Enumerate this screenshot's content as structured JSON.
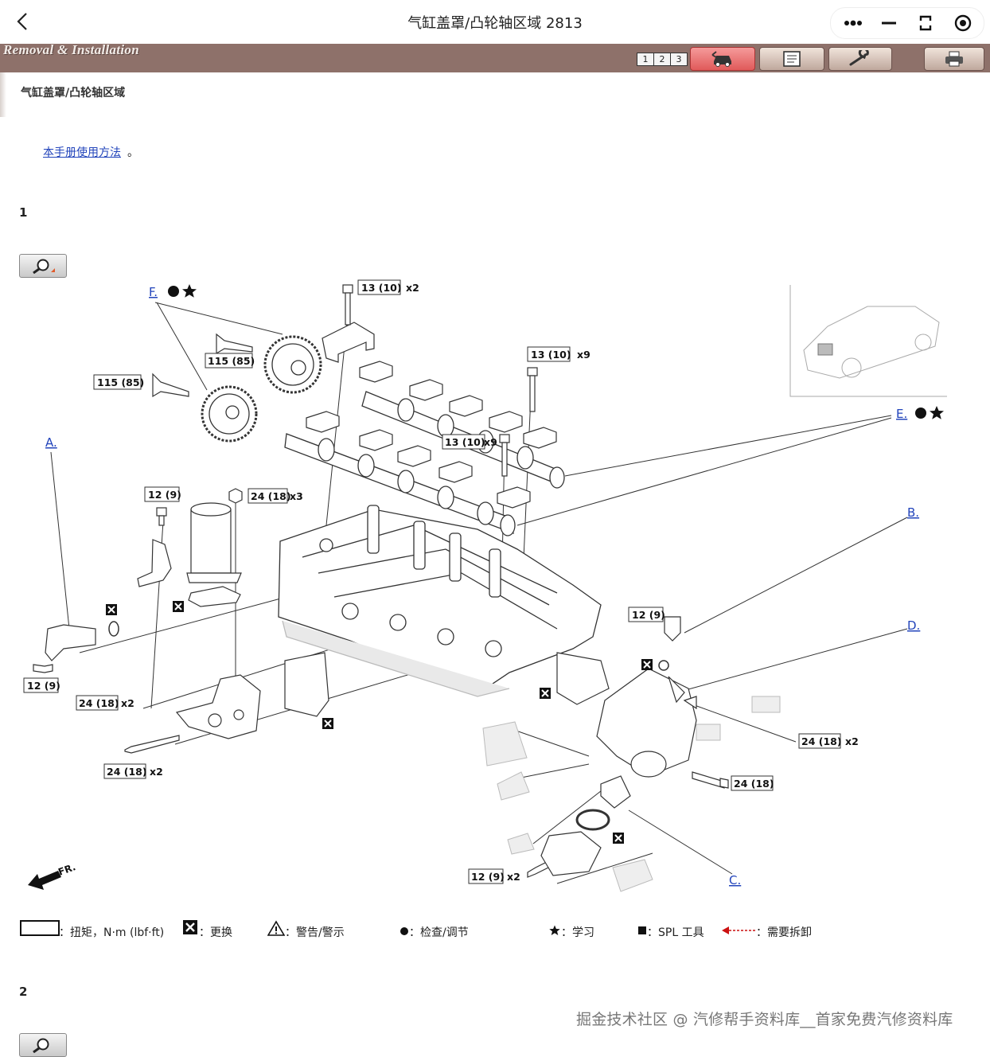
{
  "window": {
    "title": "气缸盖罩/凸轮轴区域 2813"
  },
  "toolbar": {
    "title": "Removal & Installation",
    "pages": [
      "1",
      "2",
      "3"
    ]
  },
  "section": {
    "title": "气缸盖罩/凸轮轴区域",
    "manual_link": "本手册使用方法",
    "manual_link_suffix": "。"
  },
  "steps": [
    {
      "number": "1"
    },
    {
      "number": "2"
    }
  ],
  "diagram": {
    "torques": {
      "t_13_10_top": "13 (10)",
      "t_13_10_top_qty": "x2",
      "t_115_85_a": "115 (85)",
      "t_115_85_b": "115 (85)",
      "t_13_10_right": "13 (10)",
      "t_13_10_right_qty": "x9",
      "t_13_10_mid": "13 (10)",
      "t_13_10_mid_qty": "x9",
      "t_12_9_bracket": "12 (9)",
      "t_24_18_egr": "24 (18)",
      "t_24_18_egr_qty": "x3",
      "t_12_9_sensor": "12 (9)",
      "t_12_9_left": "12 (9)",
      "t_24_18_mount": "24 (18)",
      "t_24_18_mount_qty": "x2",
      "t_24_18_bolt": "24 (18)",
      "t_24_18_bolt_qty": "x2",
      "t_24_18_right": "24 (18)",
      "t_24_18_right_qty": "x2",
      "t_24_18_housing": "24 (18)",
      "t_12_9_bottom": "12 (9)",
      "t_12_9_bottom_qty": "x2"
    },
    "links": {
      "a": "A.",
      "b": "B.",
      "c": "C.",
      "d": "D.",
      "e": "E.",
      "f": "F."
    },
    "front_label": "FR."
  },
  "legend": {
    "torque": "：扭矩，N·m (lbf·ft)",
    "replace": "：更换",
    "warning": "：警告/警示",
    "inspect": "：检查/调节",
    "learn": "：学习",
    "spl": "：SPL 工具",
    "remove": "：需要拆卸"
  },
  "watermark": "掘金技术社区 @ 汽修帮手资料库__首家免费汽修资料库",
  "colors": {
    "toolbar": "#8e716a",
    "link": "#2244bb",
    "active_button": "#e86a6a"
  }
}
